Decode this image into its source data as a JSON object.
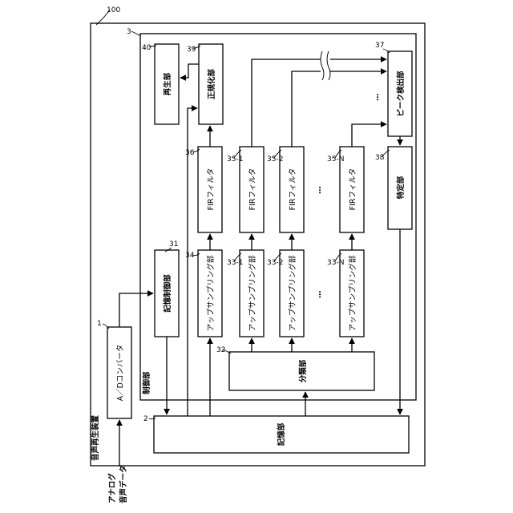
{
  "diagram": {
    "device_ref": "100",
    "device_label": "音声再生装置",
    "control_ref": "3",
    "control_label": "制御部",
    "input_label_line1": "アナログ",
    "input_label_line2": "音声データ",
    "blocks": {
      "adc": {
        "ref": "1",
        "label": "A／Dコンバータ"
      },
      "storage": {
        "ref": "2",
        "label": "記憶部"
      },
      "storage_ctrl": {
        "ref": "31",
        "label": "記憶制御部"
      },
      "classifier": {
        "ref": "32",
        "label": "分類部"
      },
      "up_34": {
        "ref": "34",
        "label": "アップサンプリング部"
      },
      "up_33_1": {
        "ref": "33-1",
        "label": "アップサンプリング部"
      },
      "up_33_2": {
        "ref": "33-2",
        "label": "アップサンプリング部"
      },
      "up_33_n": {
        "ref": "33-N",
        "label": "アップサンプリング部"
      },
      "fir_36": {
        "ref": "36",
        "label": "FIRフィルタ"
      },
      "fir_35_1": {
        "ref": "35-1",
        "label": "FIRフィルタ"
      },
      "fir_35_2": {
        "ref": "35-2",
        "label": "FIRフィルタ"
      },
      "fir_35_n": {
        "ref": "35-N",
        "label": "FIRフィルタ"
      },
      "normalizer": {
        "ref": "39",
        "label": "正規化部"
      },
      "playback": {
        "ref": "40",
        "label": "再生部"
      },
      "peak": {
        "ref": "37",
        "label": "ピーク検出部"
      },
      "identify": {
        "ref": "38",
        "label": "特定部"
      }
    },
    "ellipsis": "…"
  }
}
